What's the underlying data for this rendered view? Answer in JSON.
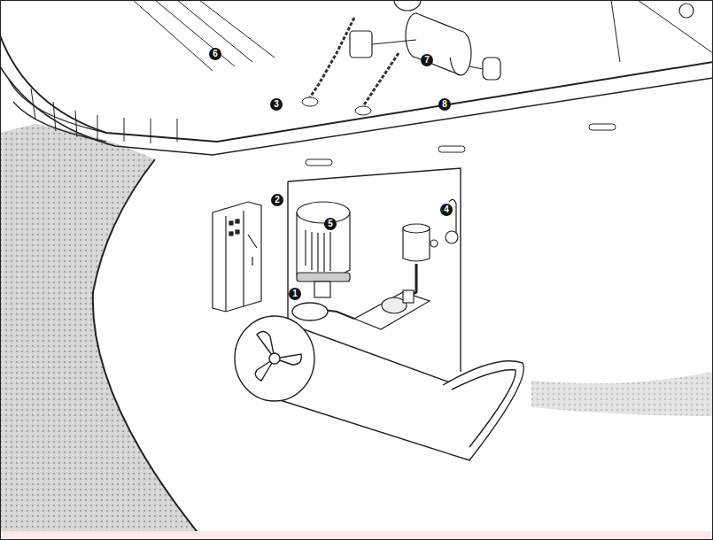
{
  "diagram": {
    "labels": [
      "6",
      "3",
      "7",
      "8",
      "2",
      "4",
      "5",
      "1"
    ]
  }
}
